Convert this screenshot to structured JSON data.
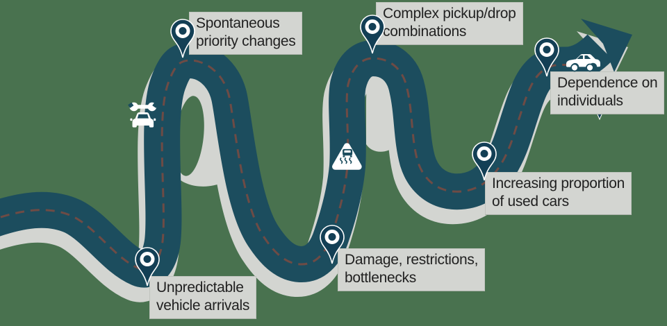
{
  "scene": {
    "type": "winding-road-infographic",
    "background_color": "#49724F"
  },
  "road": {
    "surface_color": "#1C4D5E",
    "side_shadow_color": "#D3D5D1",
    "centerline_color": "#6E4B45",
    "centerline_style": "dashed",
    "direction_arrow": "up-right"
  },
  "pin_style": {
    "fill_color": "#133F55",
    "outline_color": "#FFFFFF"
  },
  "label_style": {
    "background_color": "#D3D5D1",
    "text_color": "#212121"
  },
  "milestones": [
    {
      "id": "spontaneous-priority-changes",
      "lines": [
        "Spontaneous",
        "priority changes"
      ]
    },
    {
      "id": "complex-pickup-drop-combinations",
      "lines": [
        "Complex pickup/drop",
        "combinations"
      ]
    },
    {
      "id": "dependence-on-individuals",
      "lines": [
        "Dependence on",
        "individuals"
      ]
    },
    {
      "id": "unpredictable-vehicle-arrivals",
      "lines": [
        "Unpredictable",
        "vehicle arrivals"
      ]
    },
    {
      "id": "damage-restrictions-bottlenecks",
      "lines": [
        "Damage, restrictions,",
        "bottlenecks"
      ]
    },
    {
      "id": "increasing-proportion-of-used-cars",
      "lines": [
        "Increasing proportion",
        "of used cars"
      ]
    }
  ],
  "icons": [
    {
      "name": "car-service-icon",
      "color": "#FFFFFF"
    },
    {
      "name": "slippery-road-icon",
      "color": "#FFFFFF"
    },
    {
      "name": "car-side-icon",
      "color": "#FFFFFF"
    },
    {
      "name": "arrow-head-icon",
      "color": "#1C4D5E"
    }
  ]
}
